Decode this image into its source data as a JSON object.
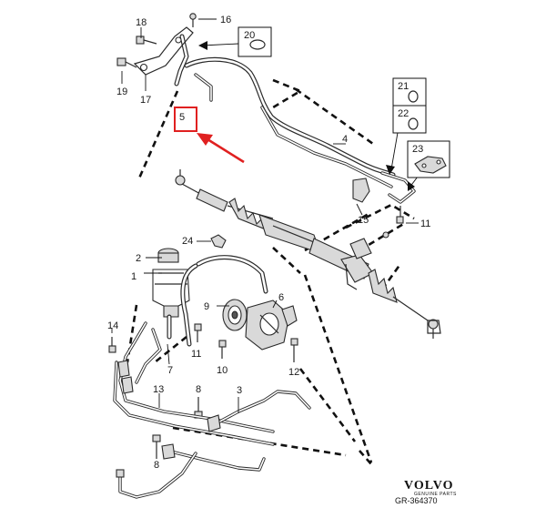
{
  "callouts": [
    {
      "id": "c1",
      "text": "1"
    },
    {
      "id": "c2",
      "text": "2"
    },
    {
      "id": "c3",
      "text": "3"
    },
    {
      "id": "c4",
      "text": "4"
    },
    {
      "id": "c5",
      "text": "5"
    },
    {
      "id": "c6",
      "text": "6"
    },
    {
      "id": "c7",
      "text": "7"
    },
    {
      "id": "c8a",
      "text": "8"
    },
    {
      "id": "c8b",
      "text": "8"
    },
    {
      "id": "c9",
      "text": "9"
    },
    {
      "id": "c10",
      "text": "10"
    },
    {
      "id": "c11a",
      "text": "11"
    },
    {
      "id": "c11b",
      "text": "11"
    },
    {
      "id": "c12",
      "text": "12"
    },
    {
      "id": "c13",
      "text": "13"
    },
    {
      "id": "c14",
      "text": "14"
    },
    {
      "id": "c15",
      "text": "15"
    },
    {
      "id": "c16",
      "text": "16"
    },
    {
      "id": "c17",
      "text": "17"
    },
    {
      "id": "c18",
      "text": "18"
    },
    {
      "id": "c19",
      "text": "19"
    },
    {
      "id": "c24",
      "text": "24"
    }
  ],
  "boxed_callouts": [
    {
      "id": "b20",
      "text": "20"
    },
    {
      "id": "b21",
      "text": "21"
    },
    {
      "id": "b22",
      "text": "22"
    },
    {
      "id": "b23",
      "text": "23"
    }
  ],
  "highlight": {
    "label": "5",
    "color": "#e02020"
  },
  "brand": {
    "logo": "VOLVO",
    "tagline": "GENUINE PARTS"
  },
  "reference": "GR-364370"
}
